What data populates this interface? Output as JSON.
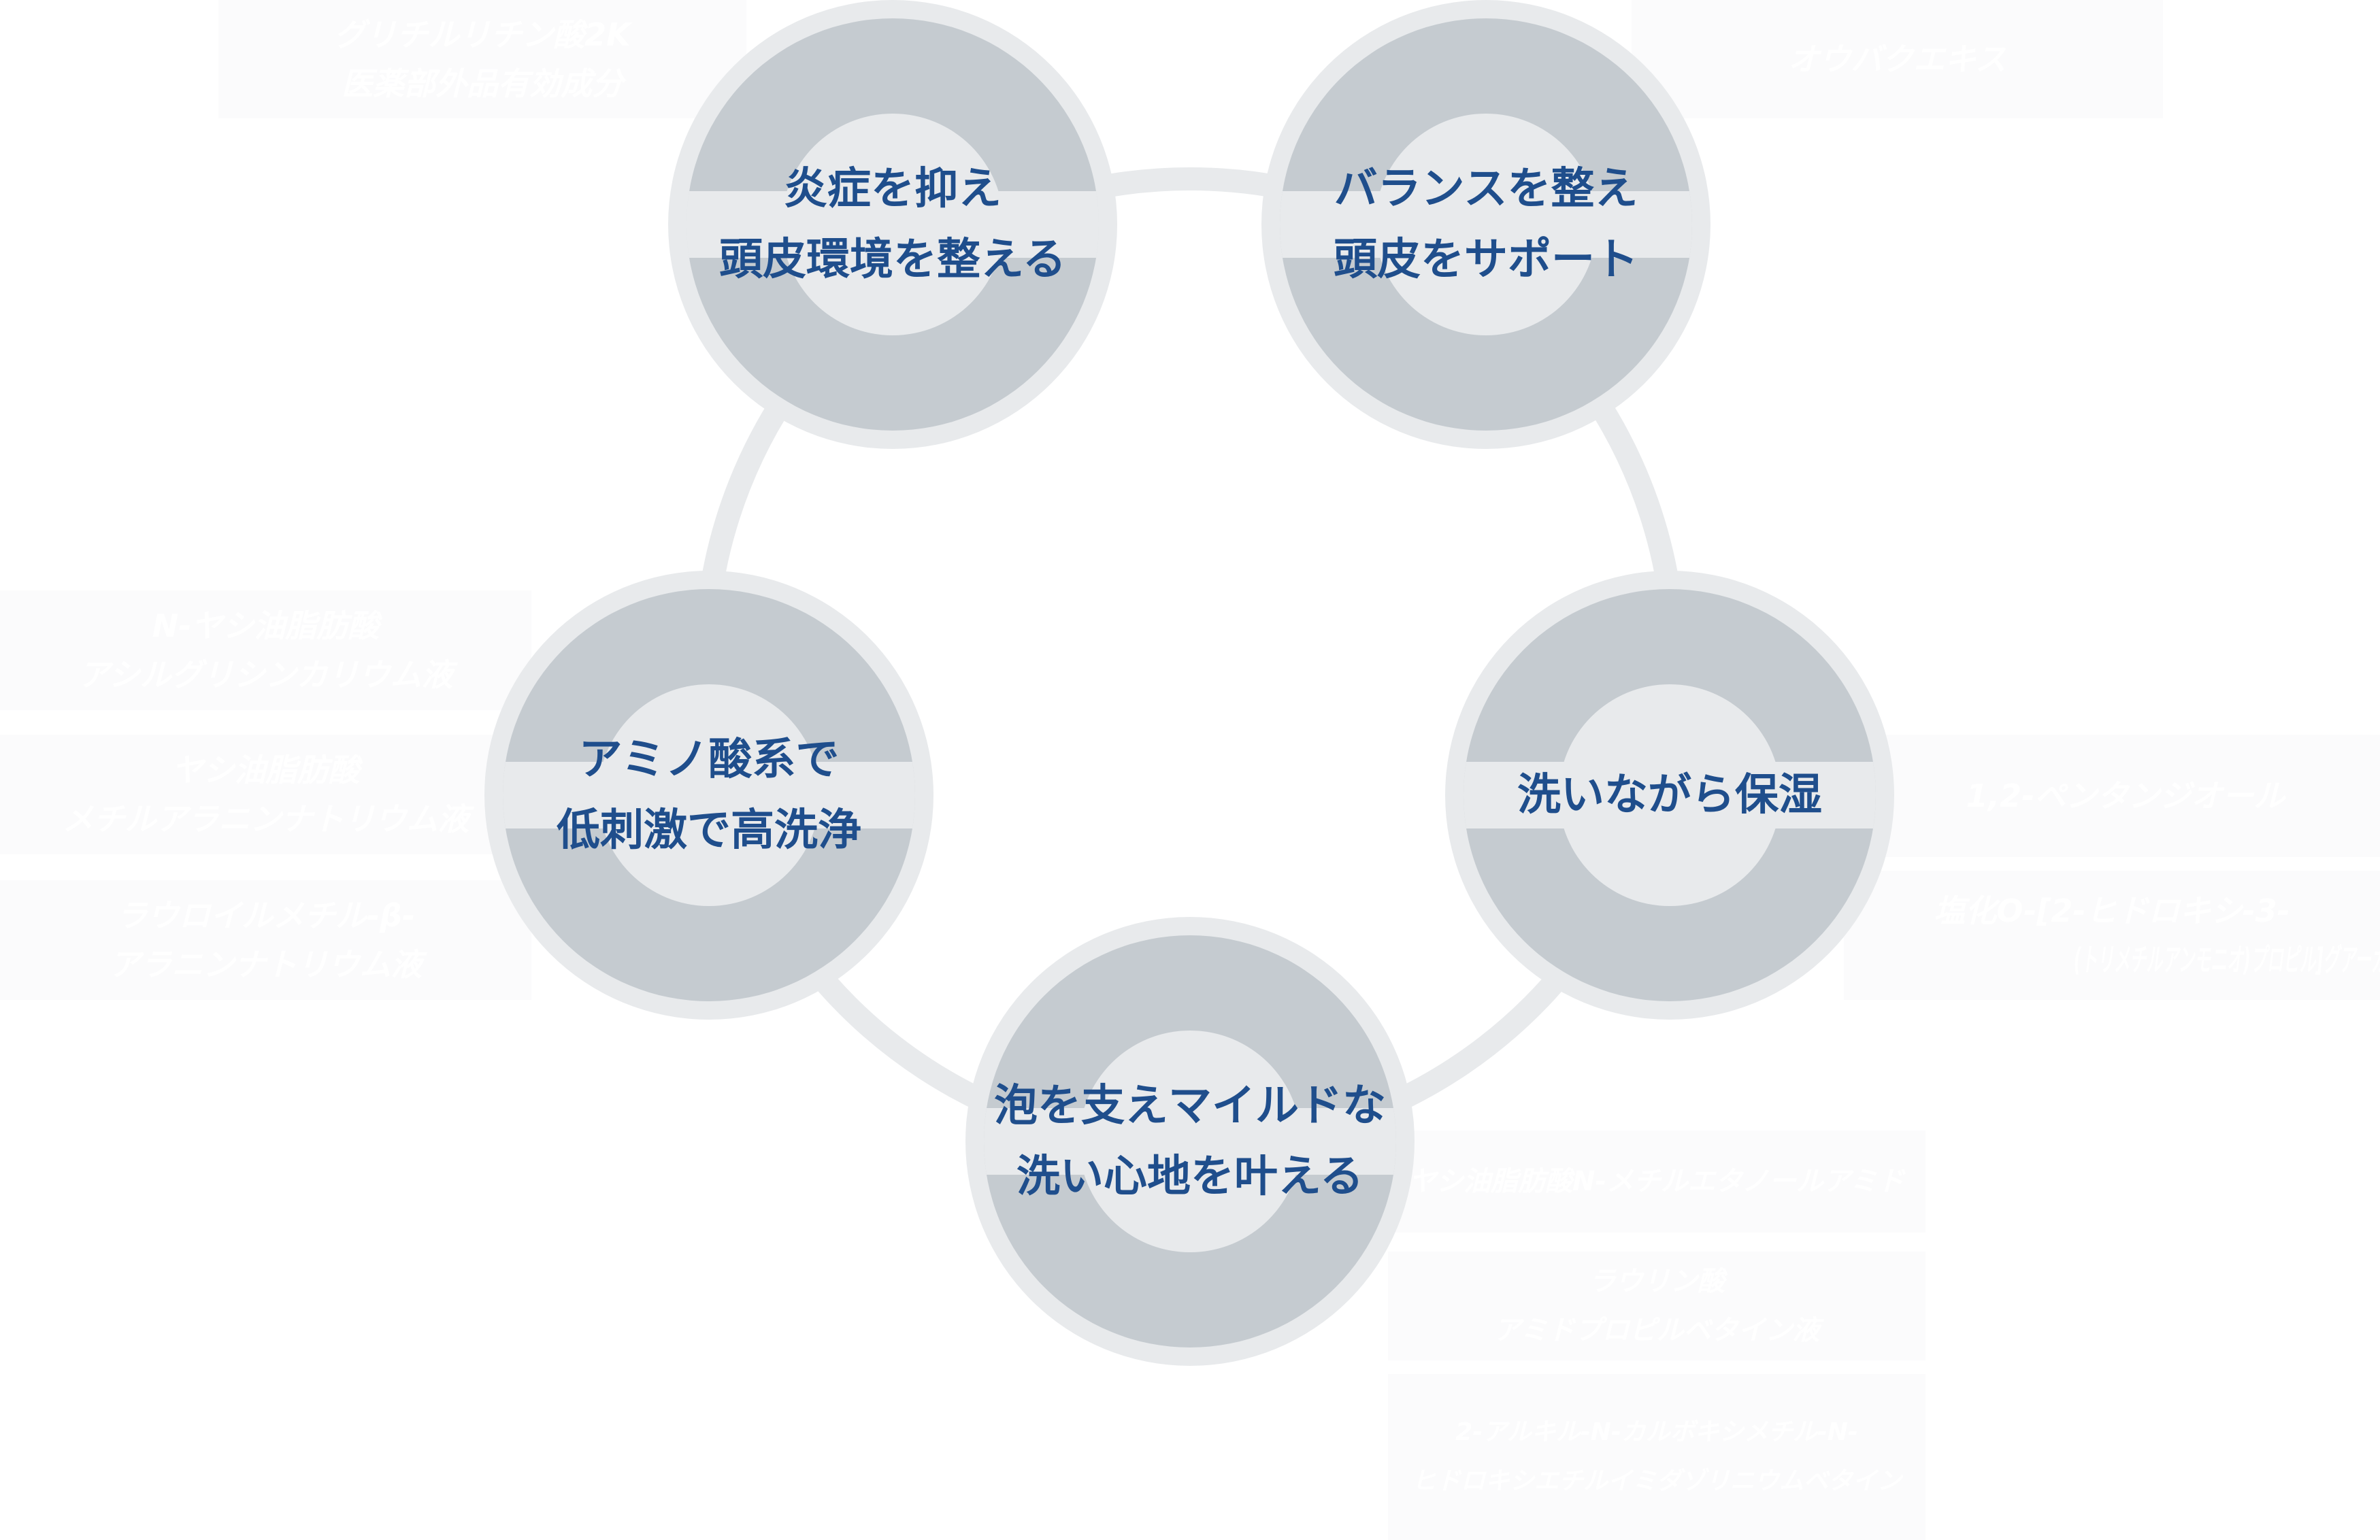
{
  "colors": {
    "ring": "#e8eaec",
    "disc": "#c5cbd0",
    "text": "#1f4e8c",
    "ingredient_box": "#fbfbfc"
  },
  "nodes": [
    {
      "lines": [
        "炎症を抑え",
        "頭皮環境を整える"
      ]
    },
    {
      "lines": [
        "バランスを整え",
        "頭皮をサポート"
      ]
    },
    {
      "lines": [
        "洗いながら保湿"
      ]
    },
    {
      "lines": [
        "泡を支えマイルドな",
        "洗い心地を叶える"
      ]
    },
    {
      "lines": [
        "アミノ酸系で",
        "低刺激で高洗浄"
      ]
    }
  ],
  "ingredients": {
    "top_left": [
      {
        "lines": [
          "グリチルリチン酸2K",
          "医薬部外品有効成分"
        ]
      }
    ],
    "top_right": [
      {
        "lines": [
          "オウバクエキス"
        ]
      }
    ],
    "left": [
      {
        "lines": [
          "N-ヤシ油脂肪酸",
          "アシルグリシンカリウム液"
        ]
      },
      {
        "lines": [
          "ヤシ油脂肪酸",
          "メチルアラニンナトリウム液"
        ]
      },
      {
        "lines": [
          "ラウロイルメチル-β-",
          "アラニンナトリウム液"
        ]
      }
    ],
    "right": [
      {
        "lines": [
          "1,2-ペンタンジオール"
        ]
      },
      {
        "lines": [
          "塩化O-[2-ヒドロキシ-3-",
          "(トリメチルアンモニオ)プロピル]グアーガム"
        ]
      }
    ],
    "bottom_right": [
      {
        "lines": [
          "ヤシ油脂肪酸N-メチルエタノールアミド"
        ]
      },
      {
        "lines": [
          "ラウリン酸",
          "アミドプロピルベタイン液"
        ]
      },
      {
        "lines": [
          "2-アルキル-N-カルボキシメチル-N-",
          "ヒドロキシエチルイミダゾリニウムベタイン"
        ]
      }
    ]
  }
}
